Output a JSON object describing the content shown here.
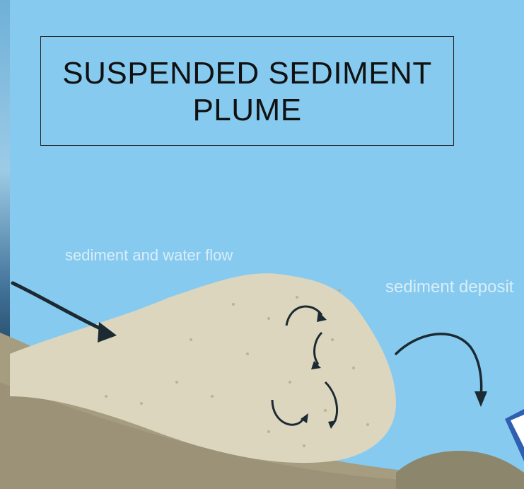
{
  "title": {
    "line1": "SUSPENDED SEDIMENT",
    "line2": "PLUME"
  },
  "labels": {
    "flow": "sediment and water flow",
    "deposit": "sediment deposit"
  },
  "colors": {
    "water": "#86cbef",
    "plume": "#dcd6bf",
    "seabed": "#a69c80",
    "deposit_mound": "#8b866c",
    "arrows": "#1b2a33"
  },
  "icons": [
    "arrow-right-icon",
    "circular-arrow-icon",
    "arrow-down-icon",
    "logo-badge-icon"
  ]
}
